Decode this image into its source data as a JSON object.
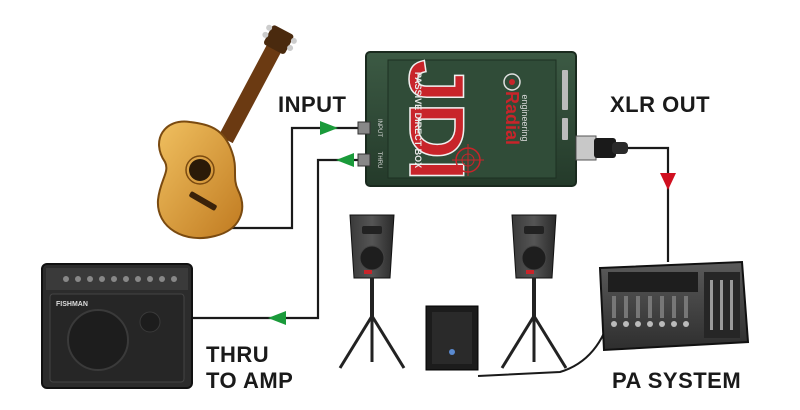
{
  "labels": {
    "input": "INPUT",
    "xlr_out": "XLR OUT",
    "thru_line1": "THRU",
    "thru_line2": "TO AMP",
    "pa_system": "PA SYSTEM"
  },
  "di_box": {
    "brand": "Radial",
    "brand_sub": "engineering",
    "model": "JDI",
    "model_sub": "PASSIVE DIRECT BOX",
    "port_input": "INPUT",
    "port_thru": "THRU"
  },
  "amp": {
    "brand": "FISHMAN"
  },
  "colors": {
    "arrow": "#1a9a3a",
    "arrow_red": "#d01020",
    "box_green": "#2c4a34",
    "jdi_red": "#c8242a"
  }
}
